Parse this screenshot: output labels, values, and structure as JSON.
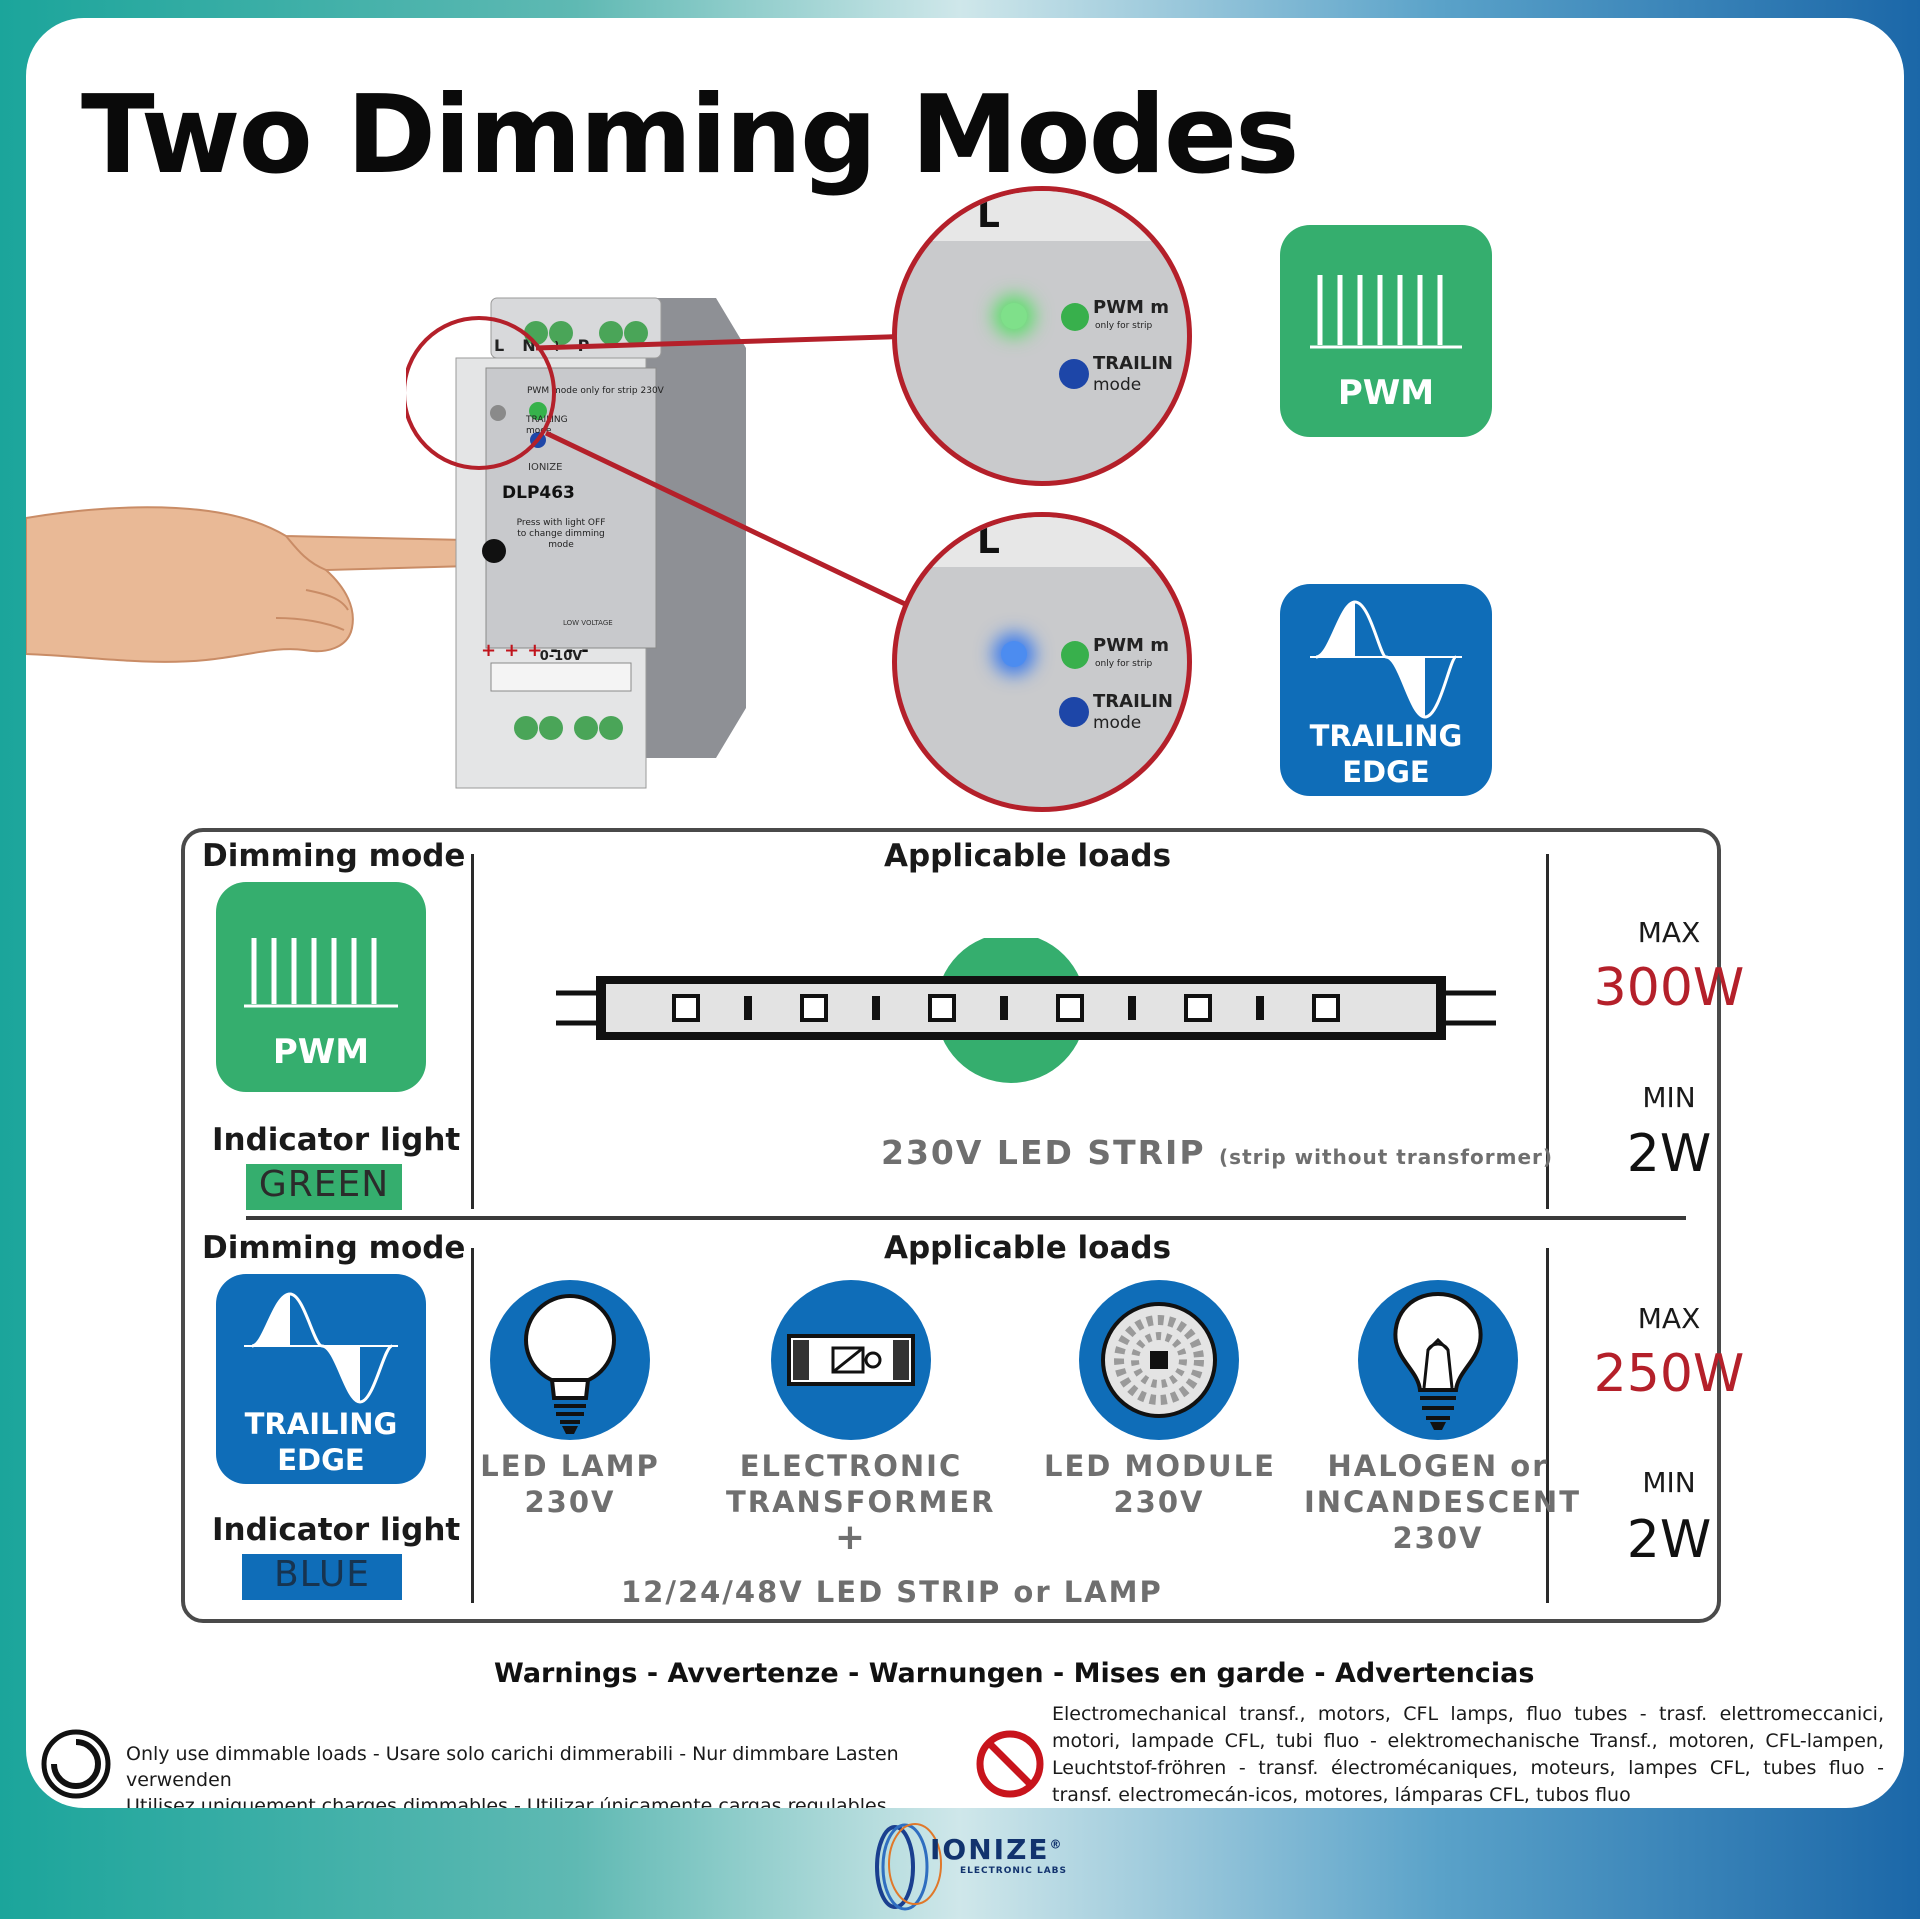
{
  "title": "Two Dimming Modes",
  "device": {
    "terminals_top": [
      "L",
      "N",
      "≀",
      "P"
    ],
    "pwm_led": "PWM mode",
    "pwm_led_sub": "only for strip 230V",
    "trailing_led": "TRAILING",
    "trailing_led_sub": "mode",
    "brand": "IONIZE",
    "model": "DLP463",
    "instruction": "Press with light OFF to change dimming mode",
    "low_voltage": "0-10V",
    "low_voltage_note": "LOW VOLTAGE",
    "terminal_signs": [
      "+",
      "+",
      "+",
      "-",
      "-",
      "-"
    ]
  },
  "zoom_top": {
    "terminal": "L",
    "led1": "PWM m",
    "led1_sub": "only for strip",
    "led2": "TRAILIN",
    "led2_sub": "mode",
    "lit": "green"
  },
  "zoom_bottom": {
    "terminal": "L",
    "led1": "PWM m",
    "led1_sub": "only for strip",
    "led2": "TRAILIN",
    "led2_sub": "mode",
    "lit": "blue"
  },
  "badges": {
    "pwm": {
      "label": "PWM",
      "color": "#35ae6e"
    },
    "trailing": {
      "line1": "TRAILING",
      "line2": "EDGE",
      "color": "#0f6db8"
    }
  },
  "table": {
    "row1": {
      "dimming_mode_hdr": "Dimming mode",
      "mode_label": "PWM",
      "indicator_hdr": "Indicator light",
      "indicator": "GREEN",
      "loads_hdr": "Applicable loads",
      "load_main": "230V LED STRIP",
      "load_note": "(strip without transformer)",
      "max_label": "MAX",
      "max_value": "300W",
      "min_label": "MIN",
      "min_value": "2W"
    },
    "row2": {
      "dimming_mode_hdr": "Dimming mode",
      "mode_line1": "TRAILING",
      "mode_line2": "EDGE",
      "indicator_hdr": "Indicator light",
      "indicator": "BLUE",
      "loads_hdr": "Applicable loads",
      "loads": [
        {
          "icon": "led-lamp-icon",
          "line1": "LED LAMP",
          "line2": "230V",
          "line3": ""
        },
        {
          "icon": "electronic-transformer-icon",
          "line1": "ELECTRONIC",
          "line2": "TRANSFORMER",
          "line3": "+"
        },
        {
          "icon": "led-module-icon",
          "line1": "LED MODULE",
          "line2": "230V",
          "line3": ""
        },
        {
          "icon": "halogen-bulb-icon",
          "line1": "HALOGEN or",
          "line2": "INCANDESCENT",
          "line3": "230V"
        }
      ],
      "combo_line": "12/24/48V LED STRIP or LAMP",
      "max_label": "MAX",
      "max_value": "250W",
      "min_label": "MIN",
      "min_value": "2W"
    }
  },
  "warnings": {
    "title": "Warnings - Avvertenze - Warnungen - Mises en garde - Advertencias",
    "dimmable_line1": "Only use dimmable loads - Usare solo carichi dimmerabili - Nur dimmbare Lasten verwenden",
    "dimmable_line2": "Utilisez uniquement charges dimmables - Utilizar únicamente cargas regulables",
    "forbidden": "Electromechanical transf., motors, CFL lamps, fluo tubes - trasf. elettromeccanici, motori, lampade CFL, tubi fluo - elektromechanische Transf., motoren, CFL-lampen, Leuchtstof-fröhren - transf. électromécaniques, moteurs, lampes CFL, tubes fluo - transf. electromecán-icos, motores, lámparas CFL, tubos fluo"
  },
  "footer": {
    "brand": "IONIZE",
    "registered": "®",
    "sub": "ELECTRONIC LABS"
  }
}
